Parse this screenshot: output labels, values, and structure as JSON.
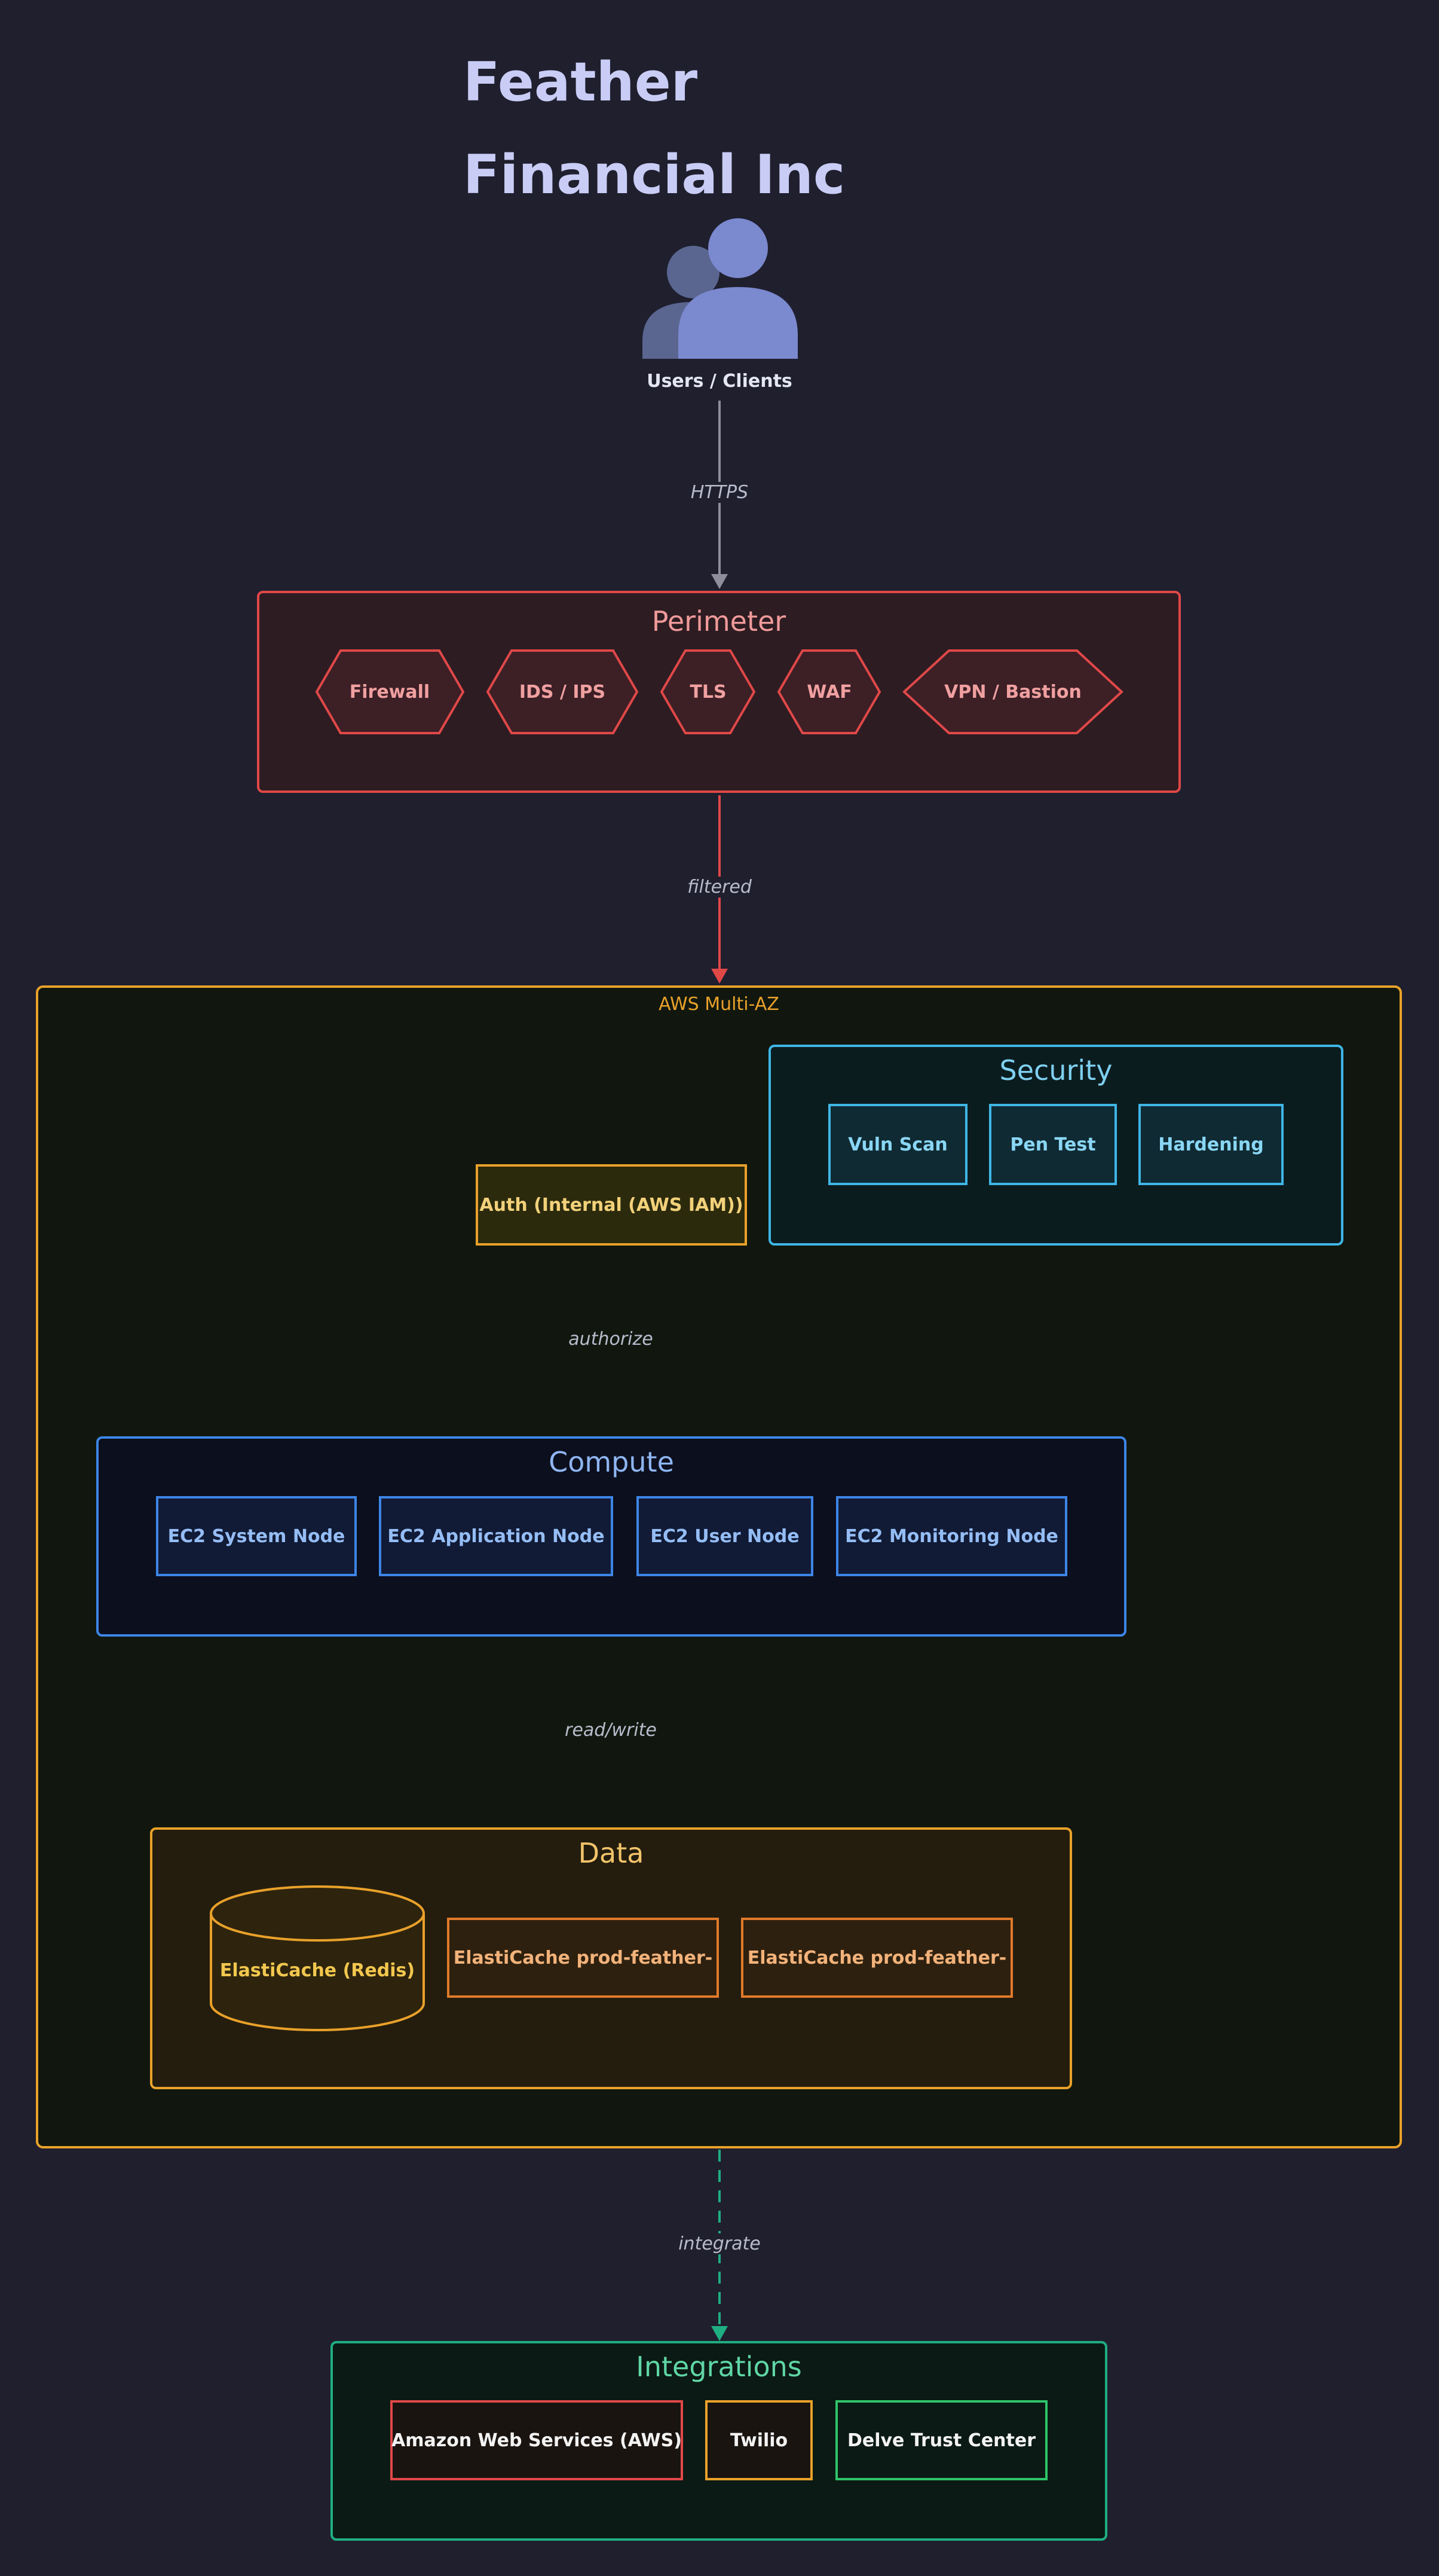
{
  "title": "Feather Financial Inc",
  "users": {
    "label": "Users / Clients"
  },
  "edges": {
    "https": "HTTPS",
    "filtered": "filtered",
    "authorize": "authorize",
    "read_write": "read/write",
    "integrate": "integrate"
  },
  "perimeter": {
    "title": "Perimeter",
    "items": [
      "Firewall",
      "IDS / IPS",
      "TLS",
      "WAF",
      "VPN / Bastion"
    ]
  },
  "aws": {
    "label": "AWS Multi-AZ"
  },
  "security": {
    "title": "Security",
    "items": [
      "Vuln Scan",
      "Pen Test",
      "Hardening"
    ]
  },
  "auth": {
    "label": "Auth (Internal (AWS IAM))"
  },
  "compute": {
    "title": "Compute",
    "items": [
      "EC2 System Node",
      "EC2 Application Node",
      "EC2 User Node",
      "EC2 Monitoring Node"
    ]
  },
  "data": {
    "title": "Data",
    "items": [
      "ElastiCache (Redis)",
      "ElastiCache prod-feather-",
      "ElastiCache prod-feather-"
    ]
  },
  "integrations": {
    "title": "Integrations",
    "items": [
      "Amazon Web Services (AWS)",
      "Twilio",
      "Delve Trust Center"
    ]
  },
  "colors": {
    "background": "#1f1f2e",
    "perimeter": "#e04848",
    "aws": "#e9a12a",
    "security": "#3fb6e6",
    "compute": "#3d85e6",
    "data": "#e9a12a",
    "integrations": "#1fae82"
  }
}
